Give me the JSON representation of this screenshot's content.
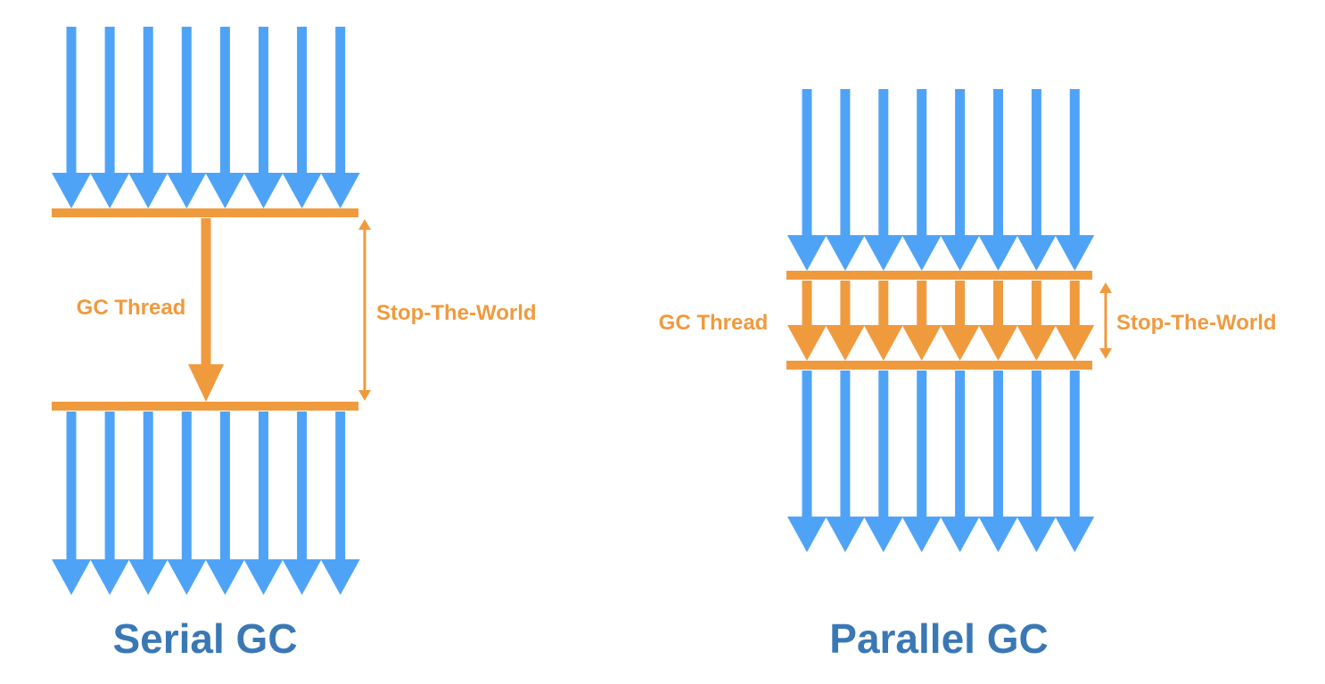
{
  "panels": [
    {
      "title": "Serial GC",
      "gc_label": "GC Thread",
      "stw_label": "Stop-The-World",
      "app_thread_count": 8,
      "gc_thread_count": 1
    },
    {
      "title": "Parallel GC",
      "gc_label": "GC Thread",
      "stw_label": "Stop-The-World",
      "app_thread_count": 8,
      "gc_thread_count": 8
    }
  ],
  "colors": {
    "app_thread": "#4FA3F7",
    "gc_thread": "#F09A3E",
    "title": "#3A78B5",
    "background": "#FFFFFF"
  }
}
